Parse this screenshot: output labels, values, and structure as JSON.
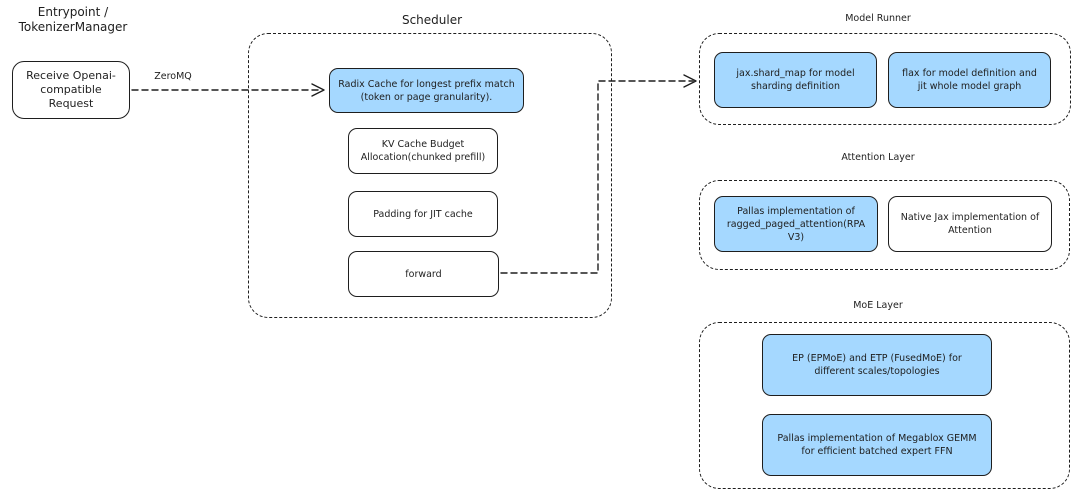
{
  "entry": {
    "title": "Entrypoint / TokenizerManager",
    "request_box": "Receive Openai-compatible Request",
    "edge_label": "ZeroMQ"
  },
  "scheduler": {
    "title": "Scheduler",
    "radix": "Radix Cache for longest prefix match (token or page granularity).",
    "kv": "KV Cache Budget Allocation(chunked prefill)",
    "padding": "Padding for JIT cache",
    "forward": "forward"
  },
  "model_runner": {
    "title": "Model Runner",
    "shard_map": "jax.shard_map for model sharding definition",
    "flax": "flax for model definition and jit whole model graph"
  },
  "attention": {
    "title": "Attention Layer",
    "pallas": "Pallas implementation of ragged_paged_attention(RPA V3)",
    "native": "Native Jax implementation of Attention"
  },
  "moe": {
    "title": "MoE Layer",
    "ep": "EP (EPMoE) and ETP (FusedMoE) for different scales/topologies",
    "megablox": "Pallas implementation of Megablox GEMM for efficient batched expert FFN"
  },
  "colors": {
    "blue_fill": "#a5d8ff",
    "stroke": "#1e1e1e"
  }
}
